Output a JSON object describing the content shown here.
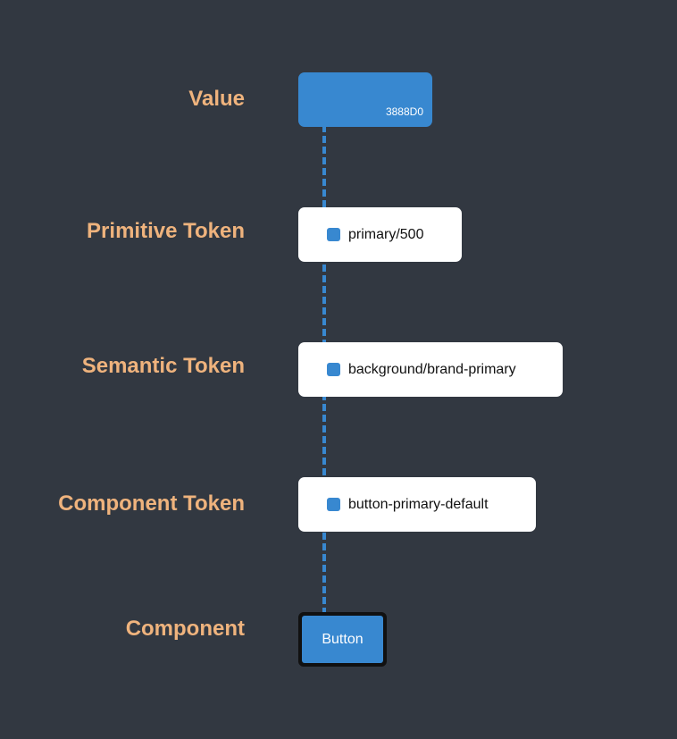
{
  "colors": {
    "background": "#323841",
    "label": "#EFB37D",
    "brand": "#3888D0",
    "card": "#FFFFFF"
  },
  "labels": {
    "value": "Value",
    "primitive_token": "Primitive Token",
    "semantic_token": "Semantic Token",
    "component_token": "Component Token",
    "component": "Component"
  },
  "value": {
    "hex": "3888D0"
  },
  "tokens": {
    "primitive": "primary/500",
    "semantic": "background/brand-primary",
    "component": "button-primary-default"
  },
  "component": {
    "button_label": "Button"
  }
}
